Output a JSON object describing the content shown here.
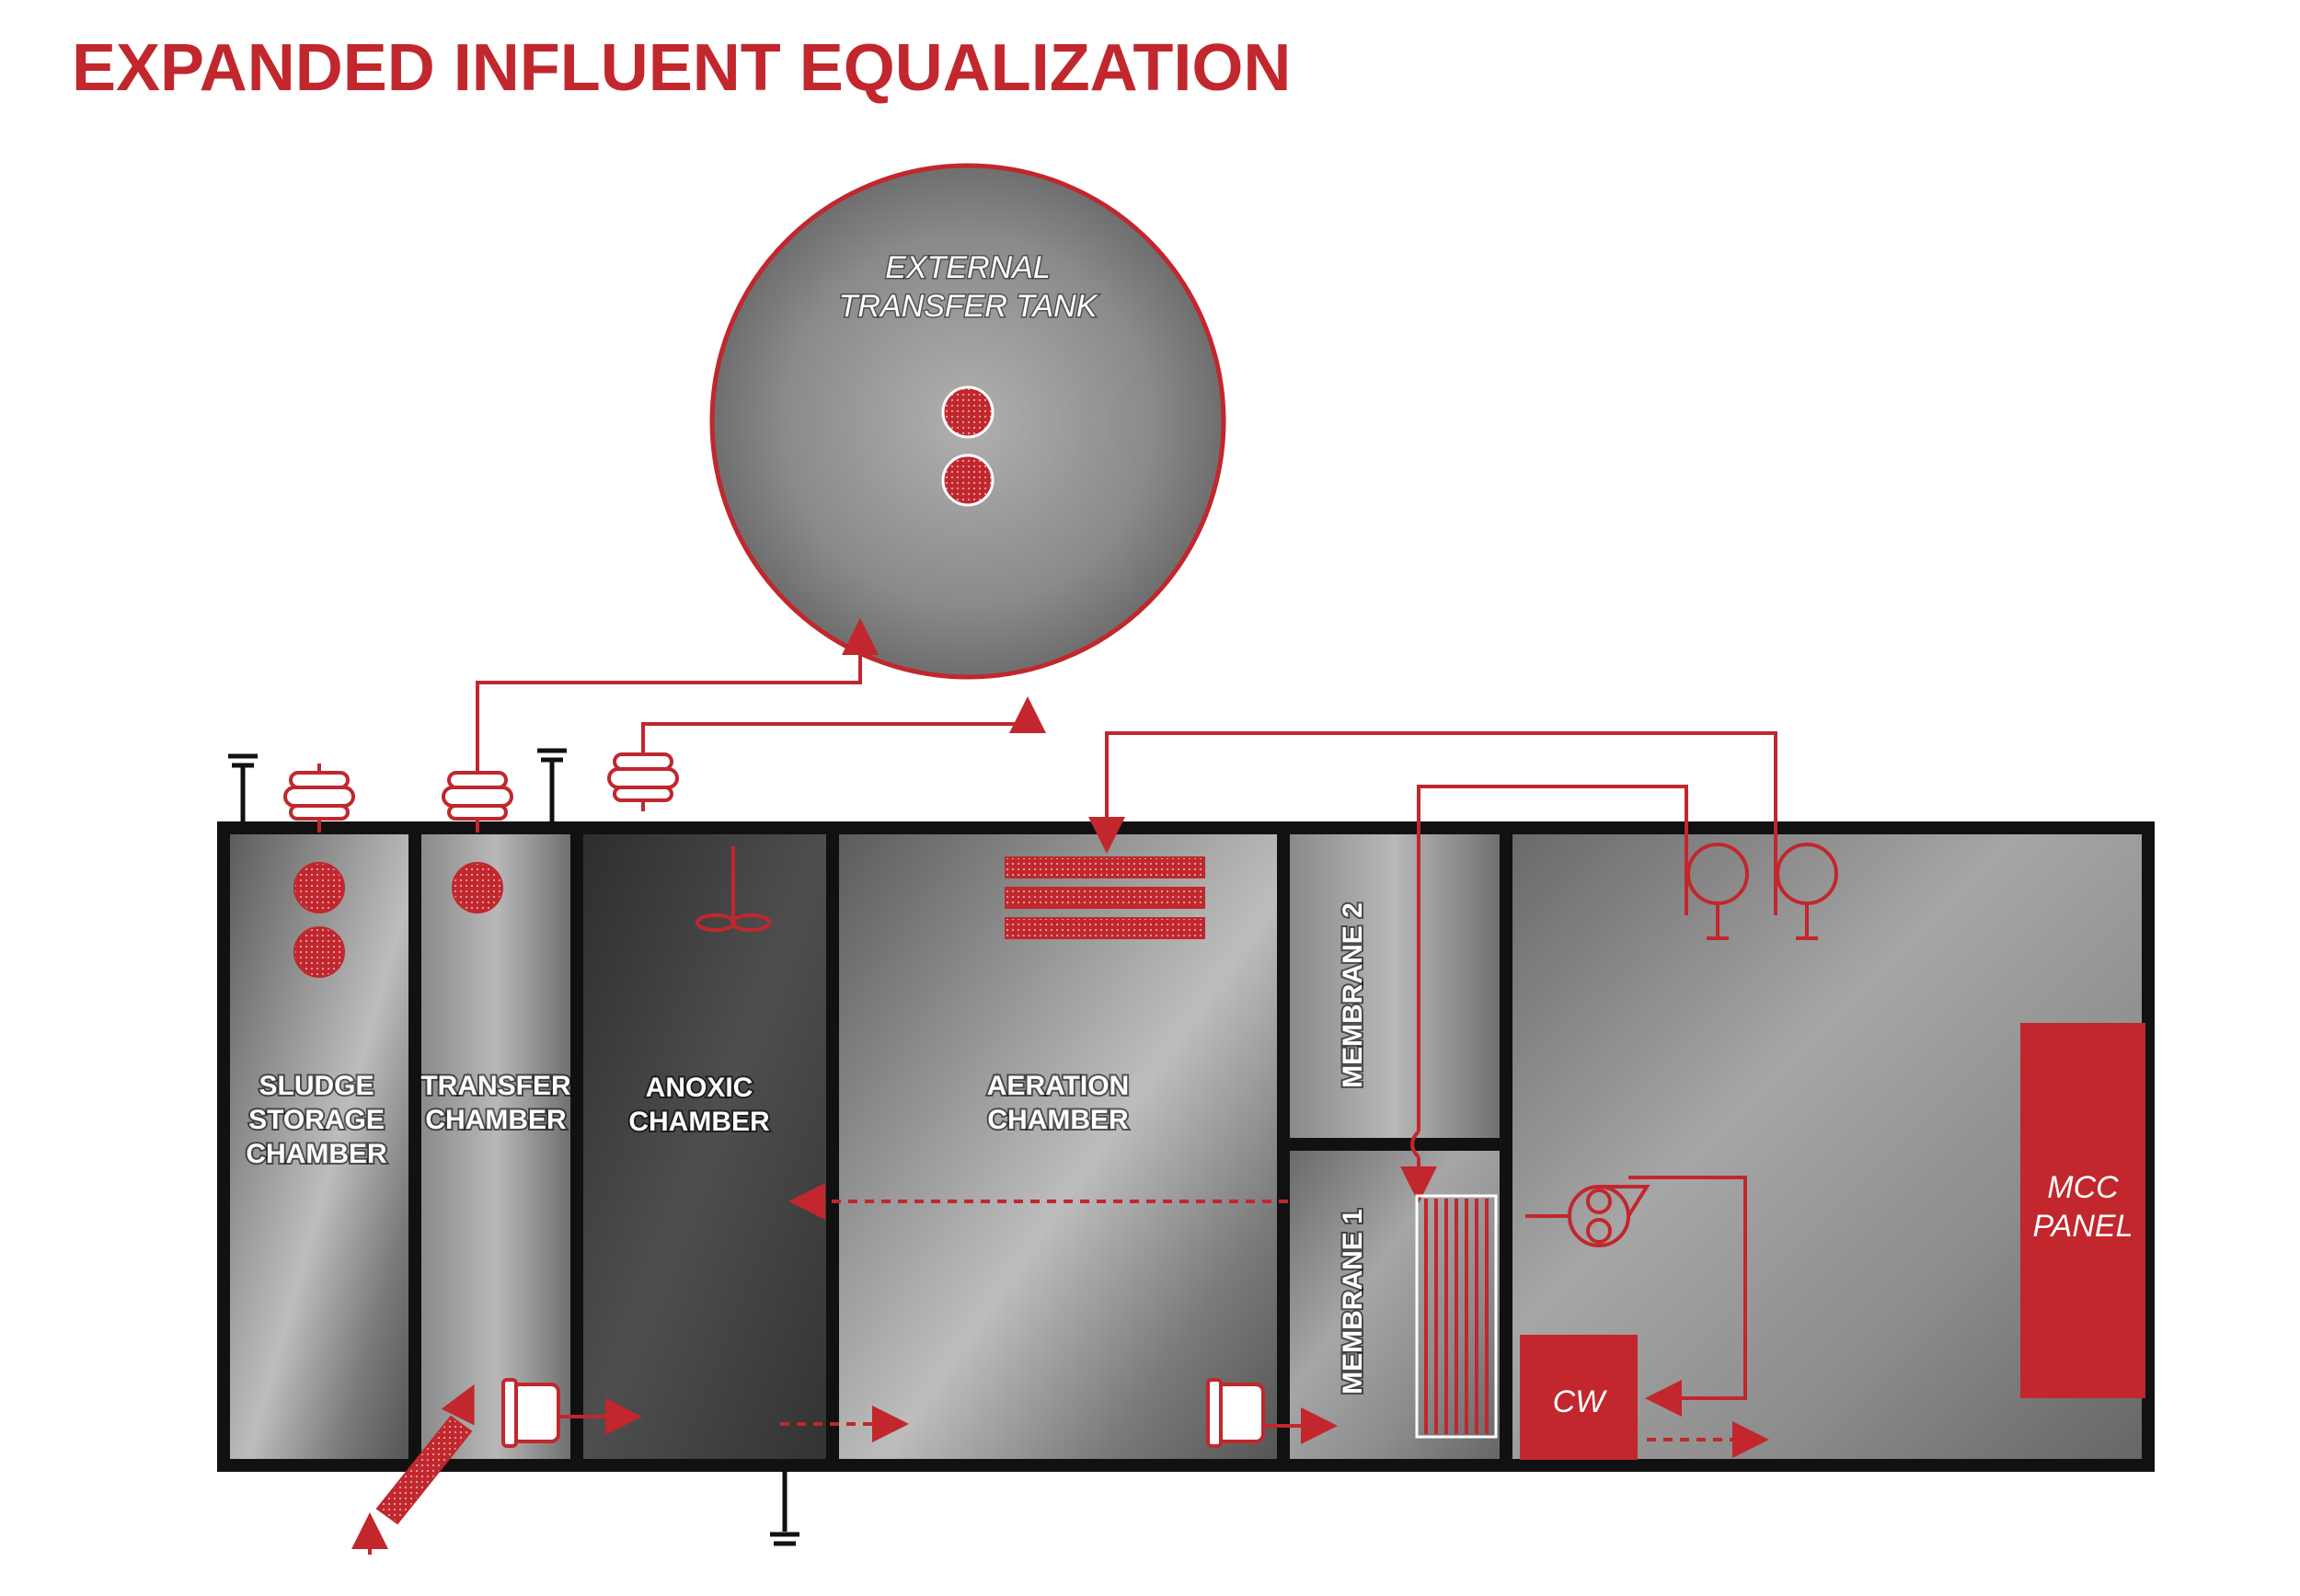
{
  "title": "EXPANDED INFLUENT EQUALIZATION",
  "colors": {
    "accent": "#c1272d",
    "outline": "#111111",
    "steel_light": "#a9a9a9",
    "steel_dark": "#4a4a4a"
  },
  "tank": {
    "line1": "EXTERNAL",
    "line2": "TRANSFER TANK"
  },
  "chambers": {
    "sludge": [
      "SLUDGE",
      "STORAGE",
      "CHAMBER"
    ],
    "transfer": [
      "TRANSFER",
      "CHAMBER"
    ],
    "anoxic": [
      "ANOXIC",
      "CHAMBER"
    ],
    "aeration": [
      "AERATION",
      "CHAMBER"
    ],
    "membrane2": "MEMBRANE 2",
    "membrane1": "MEMBRANE 1"
  },
  "equipment": {
    "cw": "CW",
    "mcc_line1": "MCC",
    "mcc_line2": "PANEL"
  },
  "icons": [
    "blower-icon",
    "vent-icon",
    "mixer-icon",
    "diffuser-icon",
    "pump-icon",
    "screen-icon",
    "membrane-icon",
    "uv-icon",
    "ground-icon"
  ]
}
